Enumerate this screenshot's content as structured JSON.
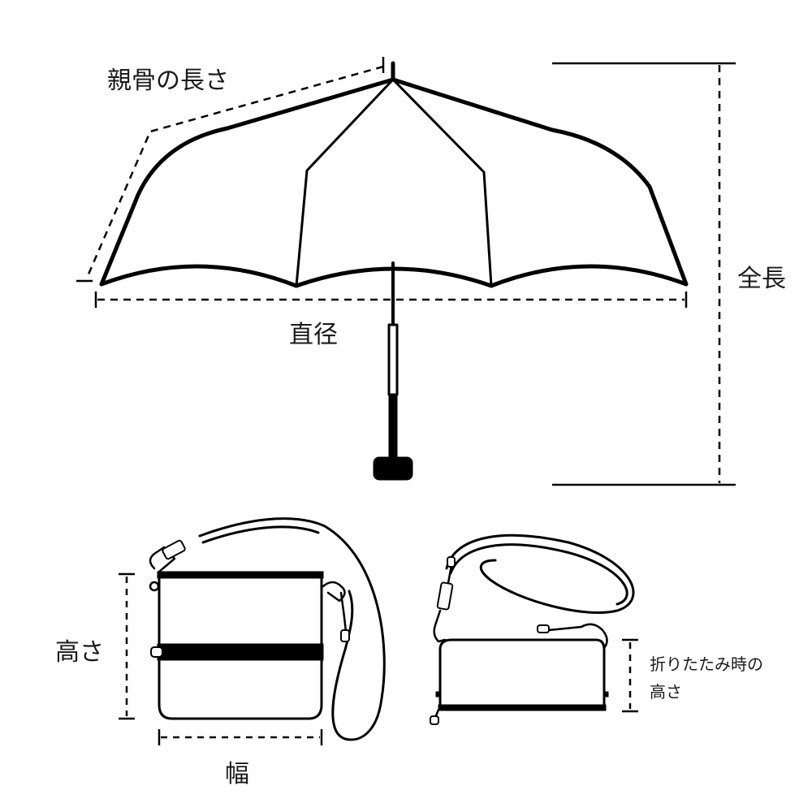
{
  "umbrella": {
    "rib_length_label": "親骨の長さ",
    "diameter_label": "直径",
    "total_length_label": "全長"
  },
  "pouch": {
    "height_label": "高さ",
    "width_label": "幅",
    "folded_height_label_line1": "折りたたみ時の",
    "folded_height_label_line2": "高さ"
  },
  "colors": {
    "line": "#000000",
    "background": "#ffffff"
  }
}
